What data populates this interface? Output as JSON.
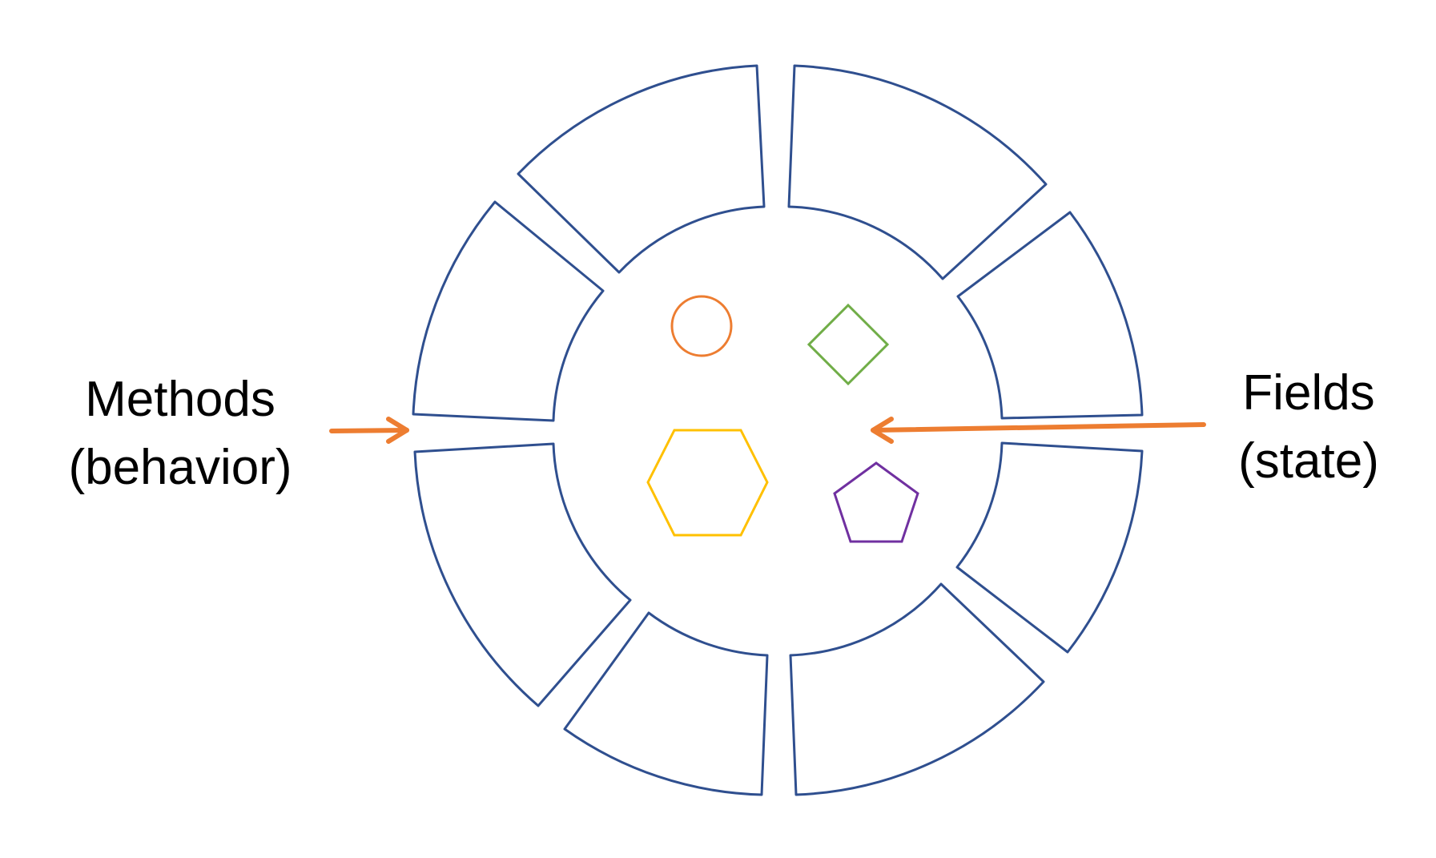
{
  "labels": {
    "methods_line1": "Methods",
    "methods_line2": "(behavior)",
    "fields_line1": "Fields",
    "fields_line2": "(state)"
  },
  "colors": {
    "segment_stroke": "#2F4F8F",
    "arrow": "#ED7D31",
    "circle": "#ED7D31",
    "diamond": "#70AD47",
    "hexagon": "#FFC000",
    "pentagon": "#7030A0",
    "label": "#000000"
  },
  "shapes": [
    "circle",
    "diamond",
    "hexagon",
    "pentagon"
  ],
  "outer_segment_count": 8
}
